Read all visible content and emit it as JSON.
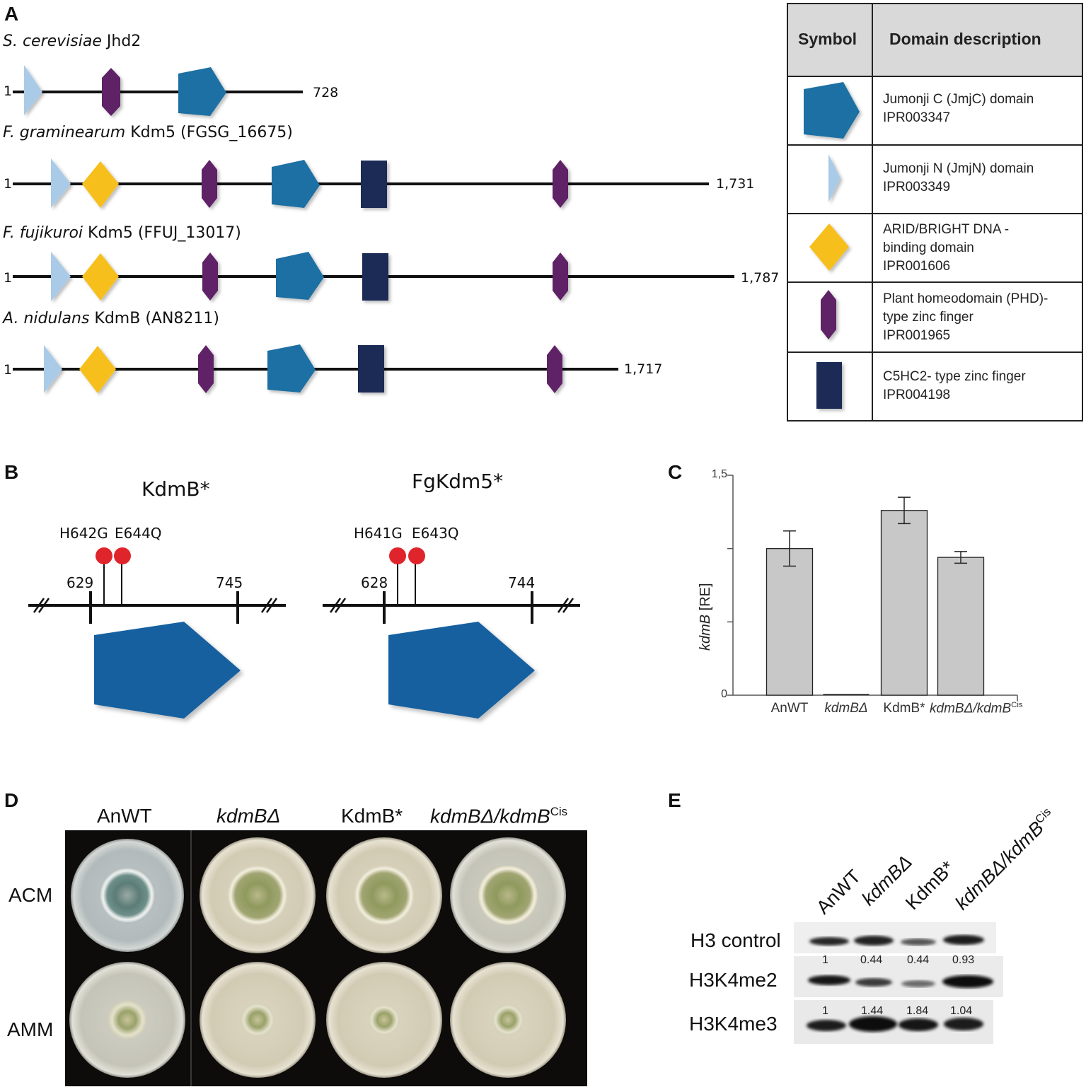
{
  "panelA": {
    "letter": "A",
    "rows": [
      {
        "italic": "S. cerevisiae",
        "name": " Jhd2",
        "start": "1",
        "end": "728"
      },
      {
        "italic": "F. graminearum",
        "name": " Kdm5 (FGSG_16675)",
        "start": "1",
        "end": "1,731"
      },
      {
        "italic": "F. fujikuroi",
        "name": " Kdm5 (FFUJ_13017)",
        "start": "1",
        "end": "1,787"
      },
      {
        "italic": "A. nidulans",
        "name": " KdmB (AN8211)",
        "start": "1",
        "end": "1,717"
      }
    ],
    "legend": {
      "col1": "Symbol",
      "col2": "Domain description",
      "items": [
        {
          "icon": "jmjc-pentagon-icon",
          "line1": "Jumonji C (JmjC) domain",
          "line2": "IPR003347",
          "line3": ""
        },
        {
          "icon": "jmjn-triangle-icon",
          "line1": "Jumonji N (JmjN) domain",
          "line2": "IPR003349",
          "line3": ""
        },
        {
          "icon": "arid-diamond-icon",
          "line1": "ARID/BRIGHT DNA -",
          "line2": "binding domain",
          "line3": "IPR001606"
        },
        {
          "icon": "phd-hexagon-icon",
          "line1": "Plant homeodomain (PHD)-",
          "line2": "type zinc finger",
          "line3": "IPR001965"
        },
        {
          "icon": "c5hc2-rectangle-icon",
          "line1": "C5HC2- type zinc finger",
          "line2": "IPR004198",
          "line3": ""
        }
      ]
    },
    "colors": {
      "jmjc": "#1f6fa3",
      "jmjn": "#a9cbe8",
      "arid": "#f7bf1c",
      "phd": "#5e2366",
      "c5hc2": "#1d2a57"
    }
  },
  "panelB": {
    "letter": "B",
    "left": {
      "title": "KdmB*",
      "m1": "H642G",
      "m2": "E644Q",
      "start": "629",
      "end": "745"
    },
    "right": {
      "title": "FgKdm5*",
      "m1": "H641G",
      "m2": "E643Q",
      "start": "628",
      "end": "744"
    },
    "mutation_color": "#e0242b"
  },
  "panelC": {
    "letter": "C",
    "chart_data": {
      "type": "bar",
      "categories": [
        "AnWT",
        "kdmBΔ",
        "KdmB*",
        "kdmBΔ/kdmBCis"
      ],
      "category_labels": [
        {
          "main": "AnWT",
          "italic": false,
          "sup": ""
        },
        {
          "main": "kdmBΔ",
          "italic": true,
          "sup": ""
        },
        {
          "main": "KdmB*",
          "italic": false,
          "sup": ""
        },
        {
          "main": "kdmBΔ/kdmB",
          "italic": true,
          "sup": "Cis"
        }
      ],
      "values": [
        1.0,
        0.0,
        1.26,
        0.94
      ],
      "errors": [
        0.12,
        0.0,
        0.09,
        0.04
      ],
      "ylabel_italic": "kdmB",
      "ylabel_rest": " [RE]",
      "ylim": [
        0,
        1.5
      ],
      "ytick_labels": [
        "0",
        "",
        "",
        "1,5"
      ],
      "ytick_values": [
        0,
        0.5,
        1.0,
        1.5
      ],
      "bar_color": "#c8c8c8"
    }
  },
  "panelD": {
    "letter": "D",
    "columns": [
      {
        "main": "AnWT",
        "italic": false,
        "sup": ""
      },
      {
        "main": "kdmBΔ",
        "italic": true,
        "sup": ""
      },
      {
        "main": "KdmB*",
        "italic": false,
        "sup": ""
      },
      {
        "main": "kdmBΔ/kdmB",
        "italic": true,
        "sup": "Cis"
      }
    ],
    "rows": [
      "ACM",
      "AMM"
    ]
  },
  "panelE": {
    "letter": "E",
    "lanes": [
      {
        "main": "AnWT",
        "italic": false,
        "sup": ""
      },
      {
        "main": "kdmBΔ",
        "italic": true,
        "sup": ""
      },
      {
        "main": "KdmB*",
        "italic": false,
        "sup": ""
      },
      {
        "main": "kdmBΔ/kdmB",
        "italic": true,
        "sup": "Cis"
      }
    ],
    "rows": [
      "H3 control",
      "H3K4me2",
      "H3K4me3"
    ],
    "me2_values": [
      "1",
      "0.44",
      "0.44",
      "0.93"
    ],
    "me3_values": [
      "1",
      "1.44",
      "1.84",
      "1.04"
    ]
  }
}
